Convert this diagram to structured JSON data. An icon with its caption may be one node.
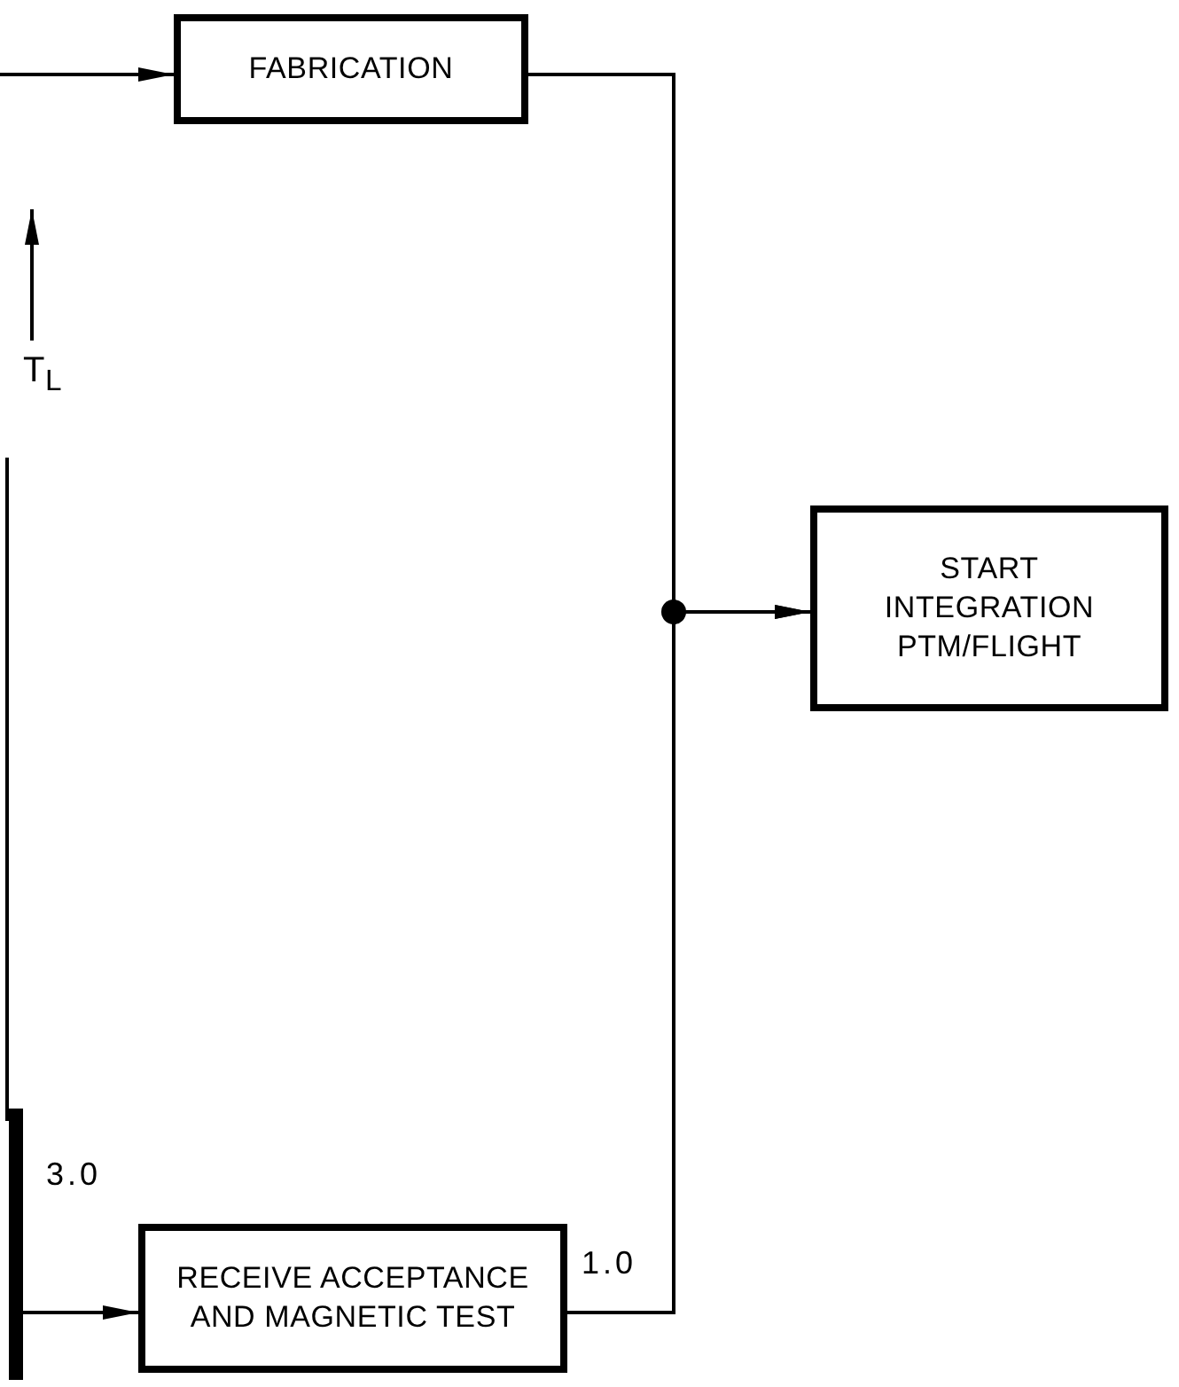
{
  "diagram": {
    "nodes": [
      {
        "text": [
          "FABRICATION"
        ]
      },
      {
        "text": [
          "T$_{L}$"
        ]
      },
      {
        "text": [
          "START INTEGRATION PTM/FLIGHT"
        ]
      },
      {
        "text": [],
        "shape": "bar"
      },
      {
        "text": [
          "RECEIVE ACCEPTANCE AND MAGNETIC TEST"
        ]
      }
    ],
    "edges": [
      {
        "from": null,
        "to": 0,
        "arrow": "to"
      },
      {
        "from": 1,
        "to": null,
        "arrow": "to"
      },
      {
        "from": 0,
        "to": 2,
        "arrow": "to"
      },
      {
        "from": 4,
        "to": 2,
        "arrow": "to",
        "label": "1.0"
      },
      {
        "from": 3,
        "to": 4,
        "arrow": "to",
        "label": "3.0"
      }
    ]
  }
}
